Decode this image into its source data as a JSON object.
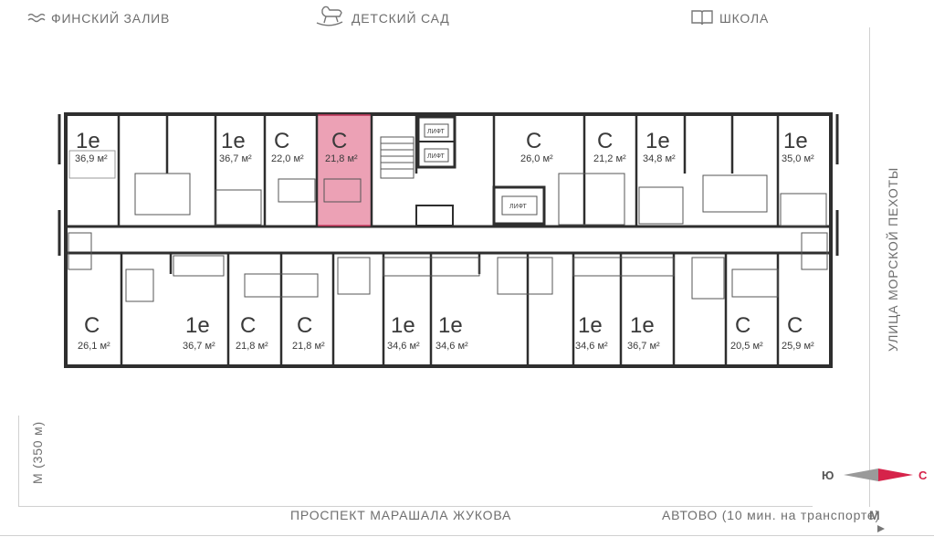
{
  "landmarks": {
    "gulf": "ФИНСКИЙ ЗАЛИВ",
    "kindergarten": "ДЕТСКИЙ САД",
    "school": "ШКОЛА",
    "street_right": "УЛИЦА МОРСКОЙ ПЕХОТЫ",
    "metro_left": "М (350 м)",
    "avenue_bottom": "ПРОСПЕКТ МАРАШАЛА ЖУКОВА",
    "avtovo": "АВТОВО (10 мин. на транспорте)",
    "metro_symbol": "М"
  },
  "compass": {
    "south": "Ю",
    "north": "С",
    "accent": "#d6234a"
  },
  "colors": {
    "highlight_fill": "#e78aa2",
    "highlight_stroke": "#c8385f",
    "wall": "#2e2e2e"
  },
  "lift_label": "ЛИФТ",
  "apartments": [
    {
      "id": "t1",
      "type": "1е",
      "area": "36,9 м²"
    },
    {
      "id": "t2",
      "type": "1е",
      "area": "36,7 м²"
    },
    {
      "id": "t3",
      "type": "С",
      "area": "22,0 м²"
    },
    {
      "id": "t4",
      "type": "С",
      "area": "21,8 м²",
      "selected": true
    },
    {
      "id": "t5",
      "type": "С",
      "area": "26,0 м²"
    },
    {
      "id": "t6",
      "type": "С",
      "area": "21,2 м²"
    },
    {
      "id": "t7",
      "type": "1е",
      "area": "34,8 м²"
    },
    {
      "id": "t8",
      "type": "1е",
      "area": "35,0 м²"
    },
    {
      "id": "b1",
      "type": "С",
      "area": "26,1 м²"
    },
    {
      "id": "b2",
      "type": "1е",
      "area": "36,7 м²"
    },
    {
      "id": "b3",
      "type": "С",
      "area": "21,8 м²"
    },
    {
      "id": "b4",
      "type": "С",
      "area": "21,8 м²"
    },
    {
      "id": "b5",
      "type": "1е",
      "area": "34,6 м²"
    },
    {
      "id": "b6",
      "type": "1е",
      "area": "34,6 м²"
    },
    {
      "id": "b7",
      "type": "1е",
      "area": "34,6 м²"
    },
    {
      "id": "b8",
      "type": "1е",
      "area": "36,7 м²"
    },
    {
      "id": "b9",
      "type": "С",
      "area": "20,5 м²"
    },
    {
      "id": "b10",
      "type": "С",
      "area": "25,9 м²"
    }
  ]
}
